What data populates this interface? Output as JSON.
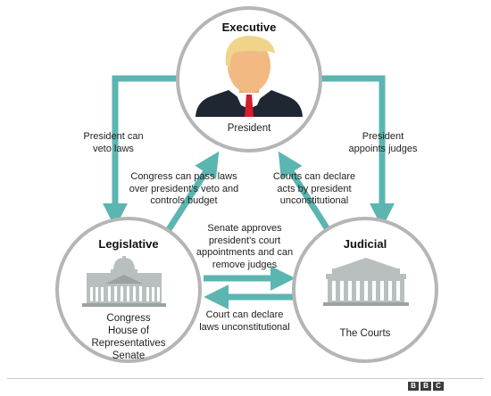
{
  "colors": {
    "arrow": "#5bb5b1",
    "circle_border": "#b5b5b5",
    "building": "#b9bfbf",
    "building_dark": "#9aa2a2",
    "hair": "#f0d48a",
    "face": "#f2b982",
    "suit": "#1f2733",
    "tie": "#d21f2b"
  },
  "branches": {
    "executive": {
      "title": "Executive",
      "label": "President",
      "image": "president-portrait"
    },
    "legislative": {
      "title": "Legislative",
      "lines": [
        "Congress",
        "House of",
        "Representatives",
        "Senate"
      ],
      "image": "capitol-building"
    },
    "judicial": {
      "title": "Judicial",
      "label": "The Courts",
      "image": "courthouse-building"
    }
  },
  "relations": {
    "veto": [
      "President can",
      "veto laws"
    ],
    "appoints": [
      "President",
      "appoints judges"
    ],
    "override": [
      "Congress can pass laws",
      "over president's veto and",
      "controls budget"
    ],
    "unconstitutional": [
      "Courts can declare",
      "acts by president",
      "unconstitutional"
    ],
    "senate": [
      "Senate approves",
      "president's court",
      "appointments and can",
      "remove judges"
    ],
    "laws": [
      "Court can declare",
      "laws unconstitutional"
    ]
  },
  "footer": {
    "logo_letters": [
      "B",
      "B",
      "C"
    ]
  }
}
